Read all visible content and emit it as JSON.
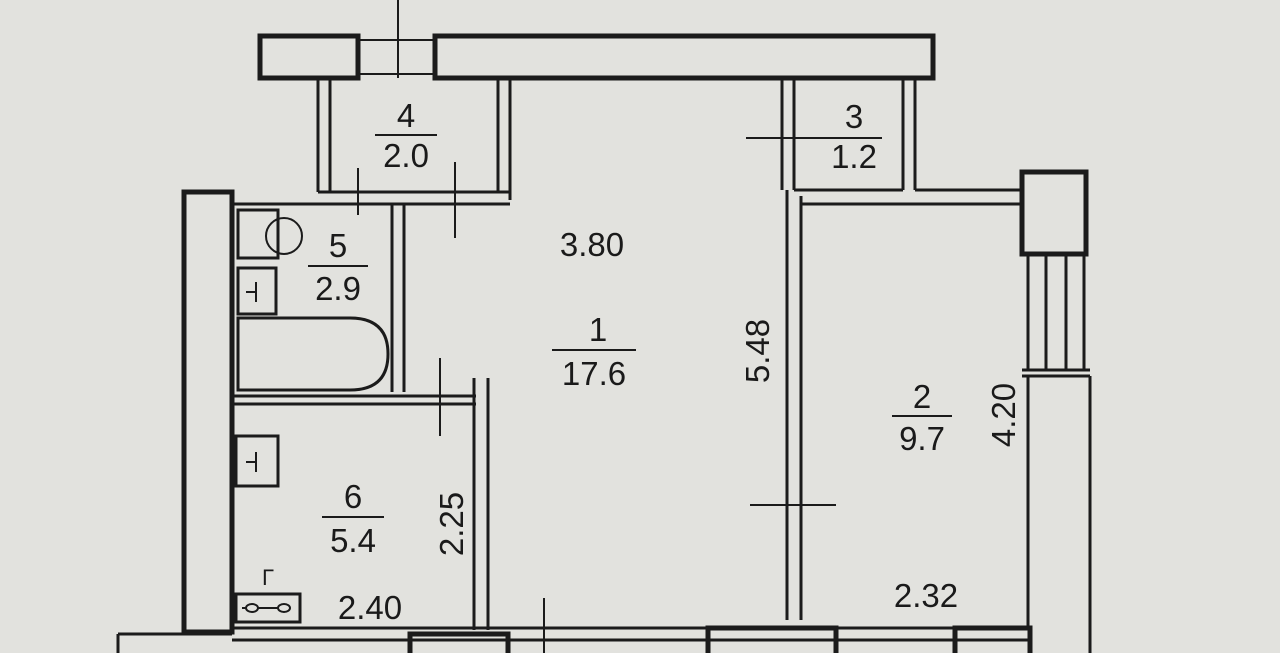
{
  "plan": {
    "rooms": [
      {
        "number": "1",
        "area": "17.6"
      },
      {
        "number": "2",
        "area": "9.7"
      },
      {
        "number": "3",
        "area": "1.2"
      },
      {
        "number": "4",
        "area": "2.0"
      },
      {
        "number": "5",
        "area": "2.9"
      },
      {
        "number": "6",
        "area": "5.4"
      }
    ],
    "dimensions": {
      "room1_width": "3.80",
      "room1_length": "5.48",
      "room2_length": "4.20",
      "room2_width": "2.32",
      "room6_length": "2.25",
      "room6_width": "2.40"
    },
    "stove_label": "Г"
  }
}
